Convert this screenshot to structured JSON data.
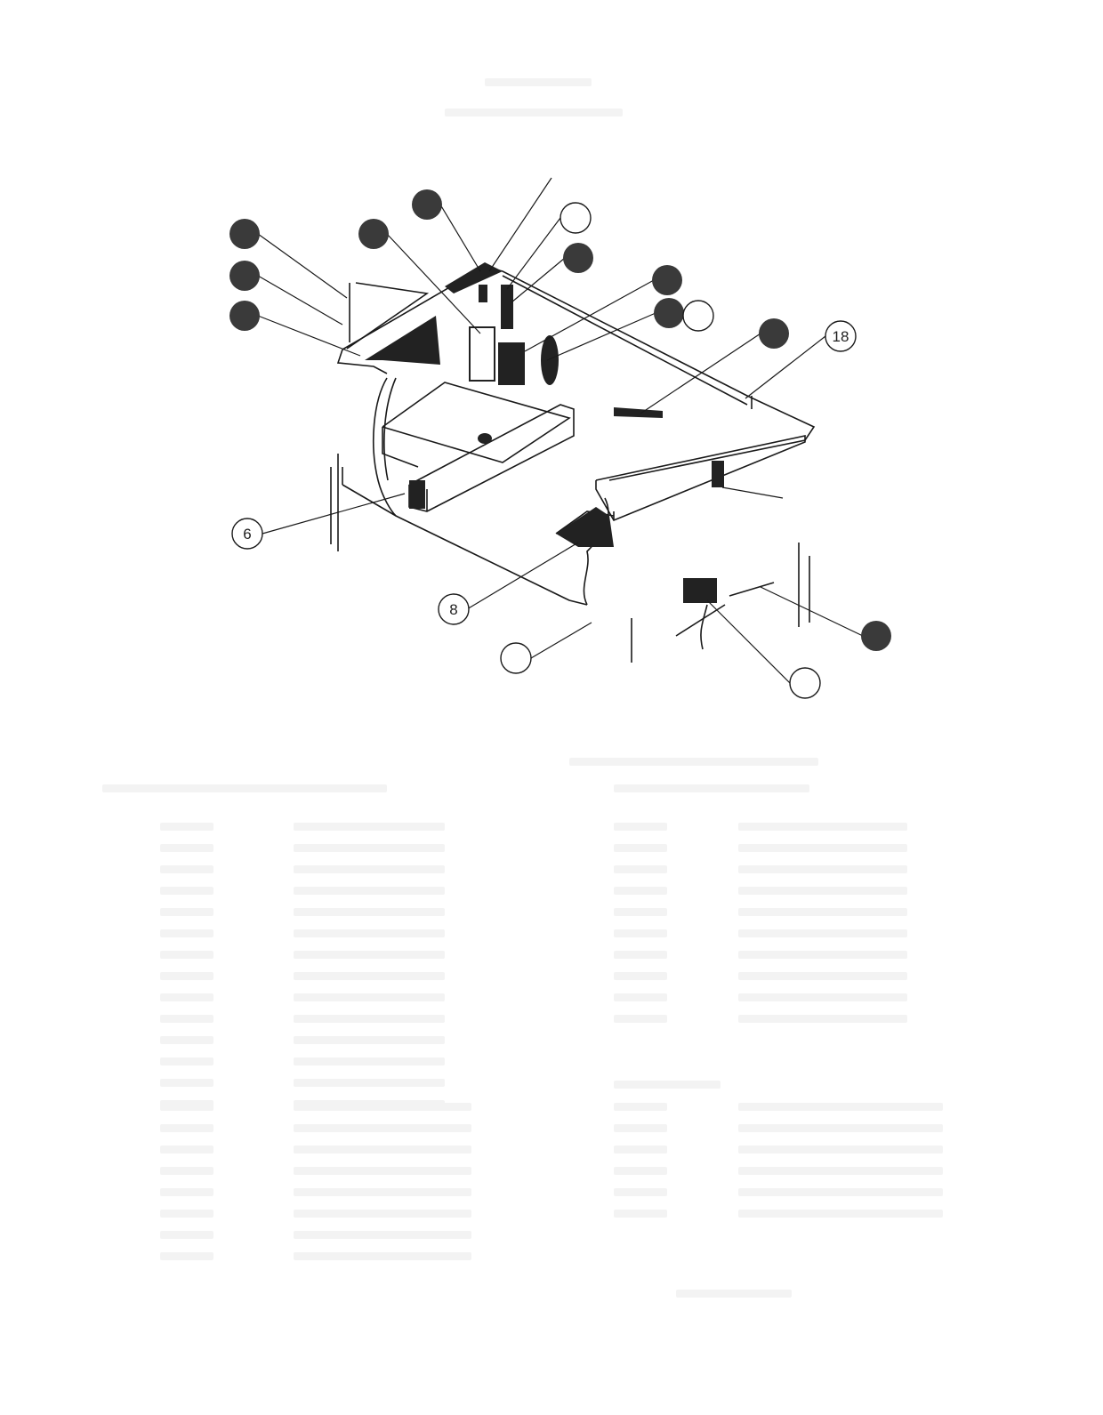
{
  "diagram": {
    "callouts": [
      {
        "label": "6"
      },
      {
        "label": "8"
      },
      {
        "label": "18"
      }
    ]
  },
  "colors": {
    "ink": "#1a1a1a",
    "callout_fill": "#3a3a3a",
    "faded_text": "#f0f0f0"
  }
}
